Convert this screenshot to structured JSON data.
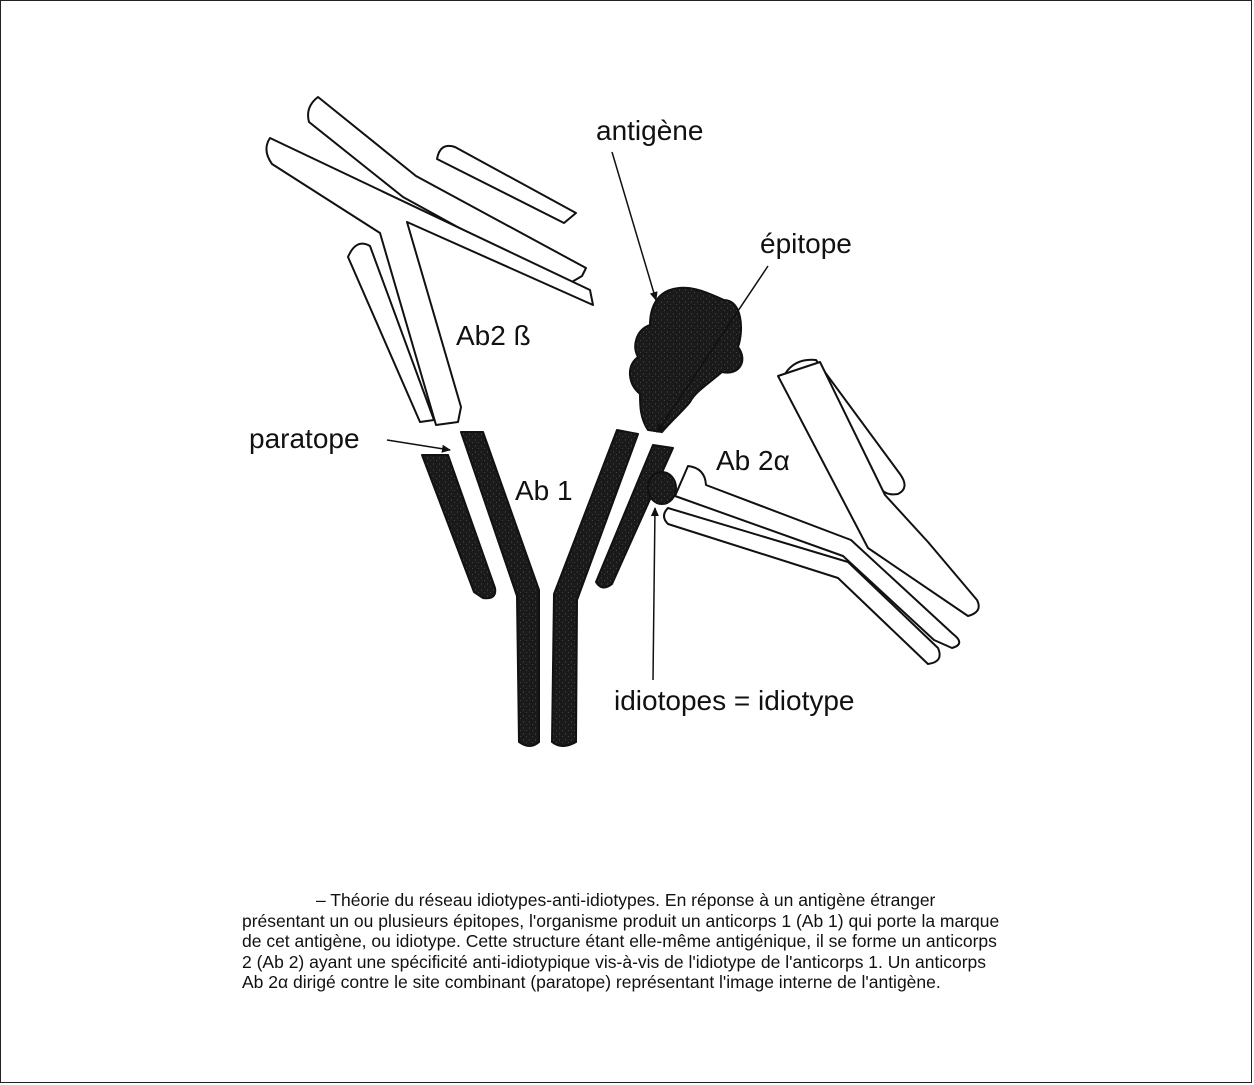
{
  "labels": {
    "antigen": "antigène",
    "epitope": "épitope",
    "ab2_beta": "Ab2 ß",
    "ab2_alpha": "Ab 2α",
    "paratope": "paratope",
    "ab1": "Ab 1",
    "idiotopes": "idiotopes = idiotype"
  },
  "caption": "– Théorie du réseau idiotypes-anti-idiotypes. En réponse à un antigène étranger présentant un ou plusieurs épitopes, l'organisme produit un anticorps 1 (Ab 1) qui porte la marque de cet antigène, ou idiotype. Cette structure étant elle-même antigénique, il se forme un anticorps 2 (Ab 2) ayant une spécificité anti-idiotypique vis-à-vis de l'idiotype de l'anticorps 1. Un anticorps Ab 2α dirigé contre le site combinant (paratope) représentant l'image interne de l'antigène.",
  "colors": {
    "ink": "#111111",
    "dark_antibody": "#1a1a1a",
    "outline_antibody": "#ffffff"
  }
}
